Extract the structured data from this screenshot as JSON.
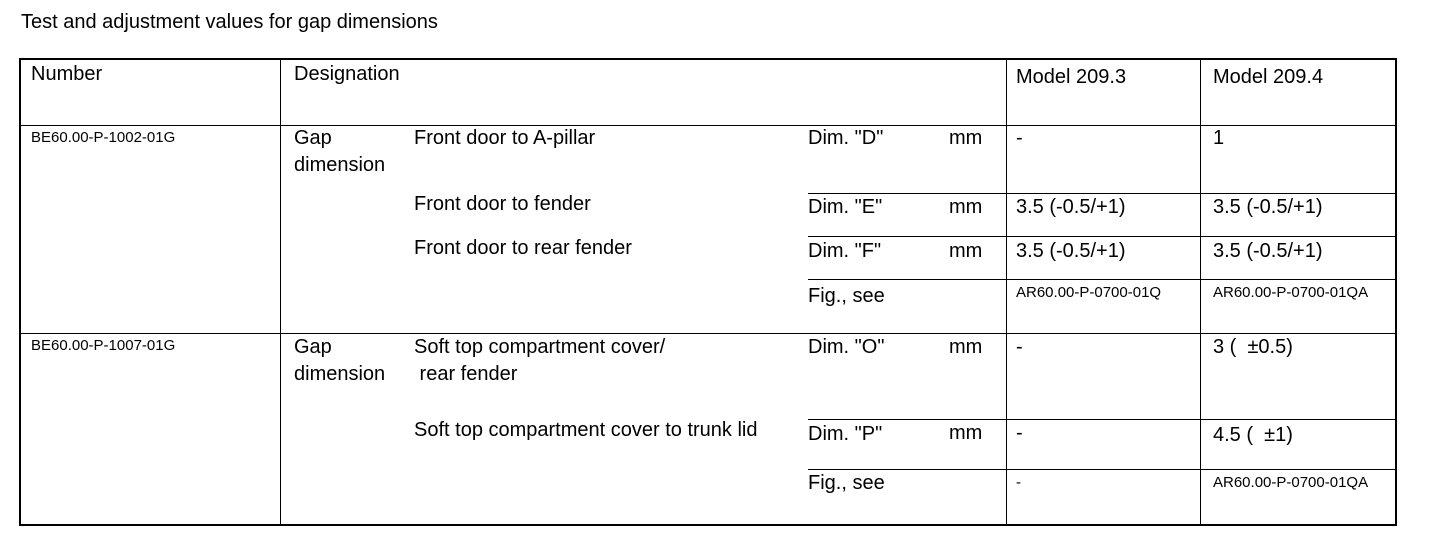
{
  "title": "Test and adjustment values for gap dimensions",
  "headers": {
    "number": "Number",
    "designation": "Designation",
    "model_a": "Model 209.3",
    "model_b": "Model 209.4"
  },
  "groups": [
    {
      "number": "BE60.00-P-1002-01G",
      "category": [
        "Gap",
        "dimension"
      ],
      "rows": [
        {
          "desc": [
            "Front door to A-pillar"
          ],
          "dim": "Dim.  \"D\"",
          "unit": "mm",
          "a": "-",
          "b": "1"
        },
        {
          "desc": [
            "Front door to fender"
          ],
          "dim": "Dim. \"E\"",
          "unit": "mm",
          "a": "3.5 (-0.5/+1)",
          "b": "3.5 (-0.5/+1)"
        },
        {
          "desc": [
            "Front door to rear fender"
          ],
          "dim": "Dim. \"F\"",
          "unit": "mm",
          "a": "3.5 (-0.5/+1)",
          "b": "3.5 (-0.5/+1)"
        },
        {
          "desc": [],
          "dim": "Fig., see",
          "unit": "",
          "a": "AR60.00-P-0700-01Q",
          "b": "AR60.00-P-0700-01QA"
        }
      ]
    },
    {
      "number": "BE60.00-P-1007-01G",
      "category": [
        "Gap",
        "dimension"
      ],
      "rows": [
        {
          "desc": [
            "Soft top compartment cover/",
            " rear fender"
          ],
          "dim": "Dim. \"O\"",
          "unit": "mm",
          "a": "-",
          "b": "3 (  ±0.5)"
        },
        {
          "desc": [
            "Soft top compartment cover to trunk lid"
          ],
          "dim": "Dim. \"P\"",
          "unit": "mm",
          "a": "-",
          "b": "4.5 (  ±1)"
        },
        {
          "desc": [],
          "dim": "Fig., see",
          "unit": "",
          "a": "-",
          "b": "AR60.00-P-0700-01QA"
        }
      ]
    }
  ]
}
